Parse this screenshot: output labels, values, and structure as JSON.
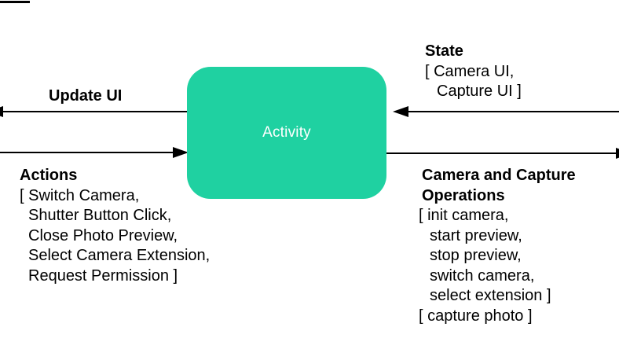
{
  "colors": {
    "node_fill": "#1fd1a1",
    "node_text": "#ffffff",
    "text": "#000000",
    "line": "#000000",
    "background": "#ffffff"
  },
  "node": {
    "label": "Activity"
  },
  "flows": {
    "update_ui": {
      "label": "Update UI",
      "direction": "out-left"
    },
    "actions": {
      "title": "Actions",
      "direction": "in-right",
      "lines": [
        "[ Switch Camera,",
        "Shutter Button Click,",
        "Close Photo Preview,",
        "Select Camera Extension,",
        "Request Permission ]"
      ]
    },
    "state": {
      "title": "State",
      "direction": "in-left",
      "lines": [
        "[ Camera UI,",
        "Capture UI ]"
      ]
    },
    "camera_ops": {
      "title_line1": "Camera and Capture",
      "title_line2": "Operations",
      "direction": "out-right",
      "lines": [
        "[ init camera,",
        "start preview,",
        "stop preview,",
        "switch camera,",
        "select extension ]",
        "[ capture photo ]"
      ]
    }
  }
}
